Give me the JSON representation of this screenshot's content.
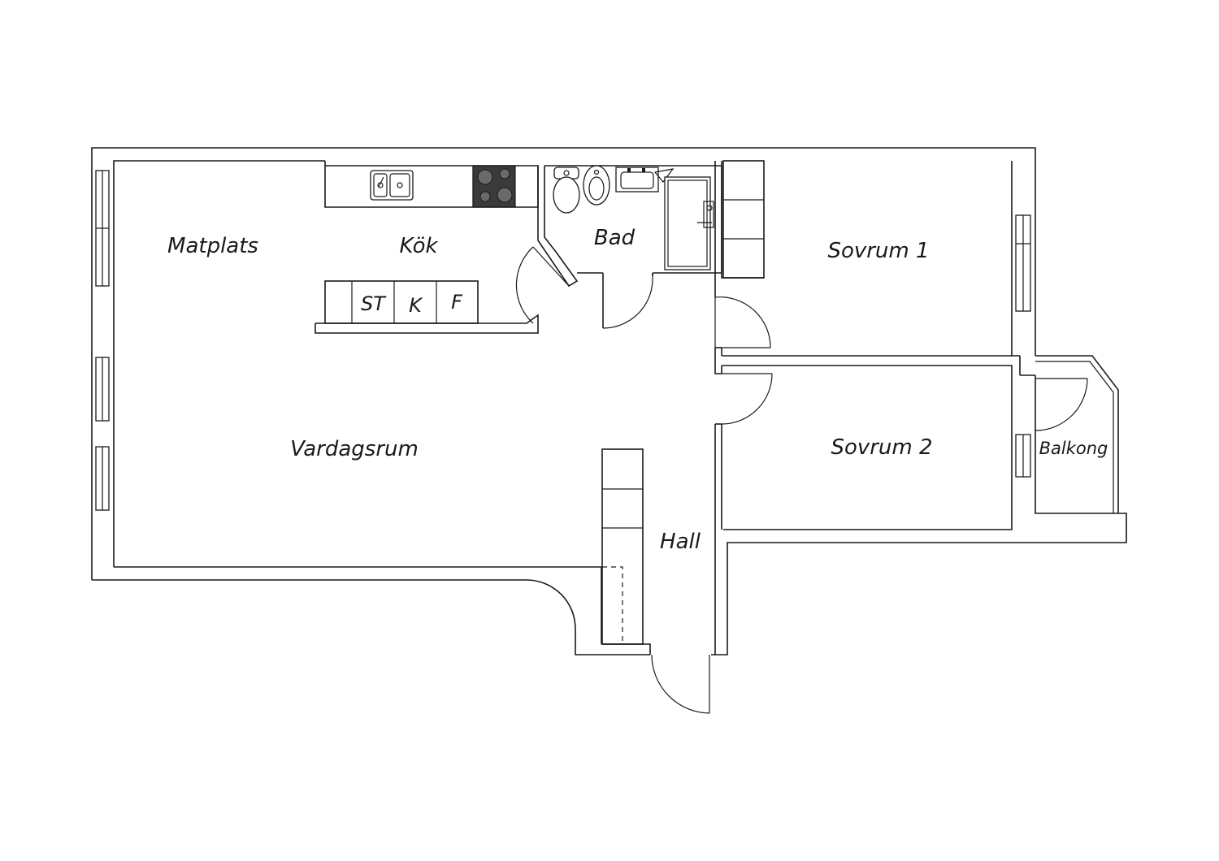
{
  "rooms": {
    "matplats": "Matplats",
    "kok": "Kök",
    "bad": "Bad",
    "sovrum1": "Sovrum 1",
    "sovrum2": "Sovrum 2",
    "vardagsrum": "Vardagsrum",
    "hall": "Hall",
    "balkong": "Balkong"
  },
  "appliances": {
    "st": "ST",
    "k": "K",
    "f": "F"
  },
  "colors": {
    "line": "#1a1a1a",
    "stove": "#3a3a3a",
    "background": "#ffffff"
  },
  "icons": [
    "sink-icon",
    "stove-icon",
    "toilet-icon",
    "bidet-icon",
    "washbasin-icon",
    "shower-icon",
    "door-swing-icon",
    "window-icon"
  ]
}
